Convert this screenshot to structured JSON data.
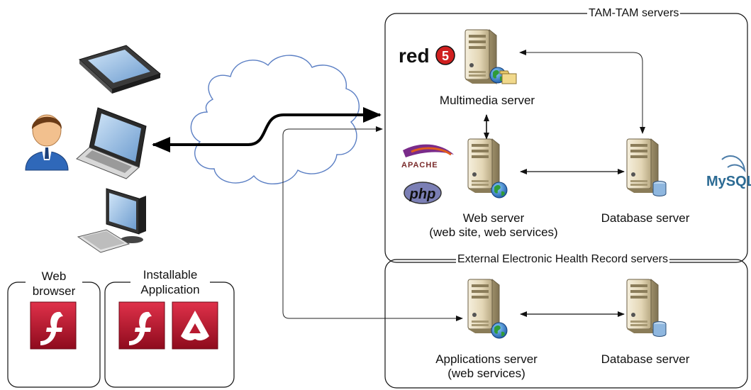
{
  "groups": {
    "tamtam": {
      "title": "TAM-TAM servers"
    },
    "external": {
      "title": "External Electronic Health Record servers"
    }
  },
  "servers": {
    "multimedia": {
      "label": "Multimedia server"
    },
    "web": {
      "line1": "Web server",
      "line2": "(web site, web services)"
    },
    "db_tamtam": {
      "label": "Database server"
    },
    "applications": {
      "line1": "Applications server",
      "line2": "(web services)"
    },
    "db_external": {
      "label": "Database server"
    }
  },
  "logos": {
    "red5": {
      "text": "red",
      "digit": "5"
    },
    "apache": {
      "text": "APACHE"
    },
    "php": {
      "text": "php"
    },
    "mysql": {
      "text": "MySQL"
    }
  },
  "clients": {
    "web_browser": {
      "line1": "Web",
      "line2": "browser"
    },
    "installable": {
      "line1": "Installable",
      "line2": "Application"
    }
  },
  "colors": {
    "flash_red": "#c8102e",
    "cloud_stroke": "#5b7fc4",
    "server_beige": "#e8dcbf",
    "avatar_blue": "#2f68b9"
  },
  "icons": [
    "tablet-icon",
    "laptop-icon",
    "desktop-icon",
    "user-icon",
    "server-icon",
    "globe-icon",
    "database-icon",
    "flash-icon",
    "adobe-air-icon",
    "cloud-icon"
  ]
}
